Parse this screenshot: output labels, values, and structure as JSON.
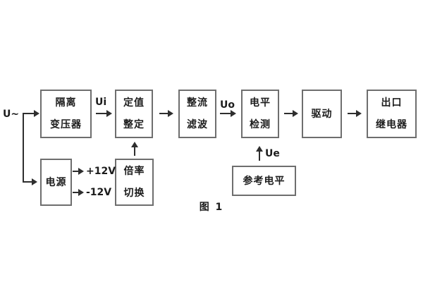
{
  "figure": {
    "caption": "图 1",
    "background_color": "#ffffff",
    "line_color": "#2e2e2e",
    "border_color": "#6e6e6e",
    "text_color": "#1c1c1c"
  },
  "signals": {
    "input": "U~",
    "ui": "Ui",
    "uo": "Uo",
    "ue": "Ue",
    "plus12v": "+12V",
    "minus12v": "-12V"
  },
  "blocks": {
    "isolation_transformer": {
      "line1": "隔离",
      "line2": "变压器"
    },
    "setting_adjust": {
      "line1": "定值",
      "line2": "整定"
    },
    "rectifier_filter": {
      "line1": "整流",
      "line2": "滤波"
    },
    "level_detector": {
      "line1": "电平",
      "line2": "检测"
    },
    "driver": {
      "label": "驱动"
    },
    "output_relay": {
      "line1": "出口",
      "line2": "继电器"
    },
    "power_supply": {
      "label": "电源"
    },
    "ratio_switch": {
      "line1": "倍率",
      "line2": "切换"
    },
    "reference_level": {
      "label": "参考电平"
    }
  }
}
